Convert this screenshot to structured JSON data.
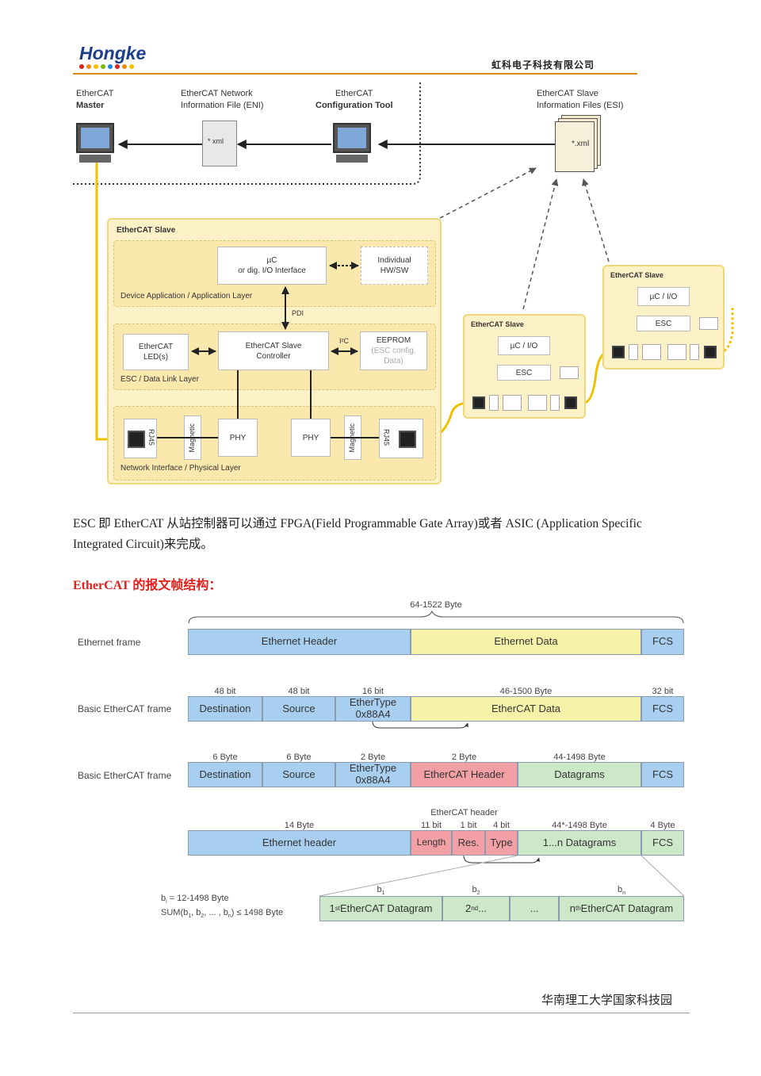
{
  "header": {
    "logo": "Hongke",
    "company": "虹科电子科技有限公司",
    "logo_dot_colors": [
      "#e0201a",
      "#f08c00",
      "#f6c200",
      "#7ab800",
      "#1c8ad8",
      "#e0201a",
      "#f08c00",
      "#f6c200"
    ]
  },
  "topology": {
    "master_label_1": "EtherCAT",
    "master_label_2": "Master",
    "eni_label_1": "EtherCAT Network",
    "eni_label_2": "Information File (ENI)",
    "eni_doc": "* xml",
    "tool_label_1": "EtherCAT",
    "tool_label_2": "Configuration Tool",
    "esi_label_1": "EtherCAT Slave",
    "esi_label_2": "Information Files (ESI)",
    "esi_doc": "*.xml",
    "slave_title": "EtherCAT Slave",
    "uc_1": "µC",
    "uc_2": "or  dig. I/O Interface",
    "individual_1": "Individual",
    "individual_2": "HW/SW",
    "app_layer": "Device Application / Application Layer",
    "pdi": "PDI",
    "led_1": "EtherCAT",
    "led_2": "LED(s)",
    "esc_1": "EtherCAT Slave",
    "esc_2": "Controller",
    "i2c": "I²C",
    "eeprom_1": "EEPROM",
    "eeprom_2": "(ESC config.",
    "eeprom_3": "Data)",
    "dll": "ESC / Data Link Layer",
    "rj45": "RJ45",
    "magnetic": "Magnetic",
    "phy": "PHY",
    "phys_layer": "Network Interface / Physical Layer",
    "small_slave_title": "EtherCAT Slave",
    "small_uc": "µC / I/O",
    "small_esc": "ESC"
  },
  "paragraph": "ESC 即 EtherCAT 从站控制器可以通过 FPGA(Field Programmable Gate Array)或者 ASIC (Application Specific Integrated Circuit)来完成。",
  "frame_title_a": "EtherCAT",
  "frame_title_b": " 的报文帧结构：",
  "frame": {
    "total": "64-1522 Byte",
    "row1_label": "Ethernet frame",
    "row1": [
      "Ethernet Header",
      "Ethernet Data",
      "FCS"
    ],
    "row2_label": "Basic EtherCAT frame",
    "row2_bits": [
      "48 bit",
      "48 bit",
      "16 bit",
      "46-1500 Byte",
      "32 bit"
    ],
    "row2": [
      "Destination",
      "Source",
      "EtherType",
      "0x88A4",
      "EtherCAT Data",
      "FCS"
    ],
    "row3_label": "Basic EtherCAT frame",
    "row3_bits": [
      "6 Byte",
      "6 Byte",
      "2 Byte",
      "2 Byte",
      "44-1498 Byte"
    ],
    "row3": [
      "Destination",
      "Source",
      "EtherType",
      "0x88A4",
      "EtherCAT Header",
      "Datagrams",
      "FCS"
    ],
    "row4_hdr": "EtherCAT header",
    "row4_bits": [
      "14 Byte",
      "11 bit",
      "1 bit",
      "4 bit",
      "44*-1498 Byte",
      "4 Byte"
    ],
    "row4": [
      "Ethernet header",
      "Length",
      "Res.",
      "Type",
      "1...n Datagrams",
      "FCS"
    ],
    "row5_b": [
      "b",
      "1",
      "b",
      "2",
      "b",
      "n"
    ],
    "row5_note_1": "b",
    "row5_note_1_sub": "i",
    "row5_note_1_rest": " = 12-1498 Byte",
    "row5_note_2": "SUM(b",
    "row5_note_2_rest": "1",
    "row5_note_2_mid": ", b",
    "row5_note_2_sub2": "2",
    "row5_note_2_end": ", ... , b",
    "row5_note_2_subn": "n",
    "row5_note_2_tail": ") ≤ 1498 Byte",
    "row5": [
      "1",
      "st",
      " EtherCAT Datagram",
      "2",
      "nd",
      " ...",
      "...",
      "n",
      "th",
      " EtherCAT Datagram"
    ]
  },
  "footer": "华南理工大学国家科技园"
}
